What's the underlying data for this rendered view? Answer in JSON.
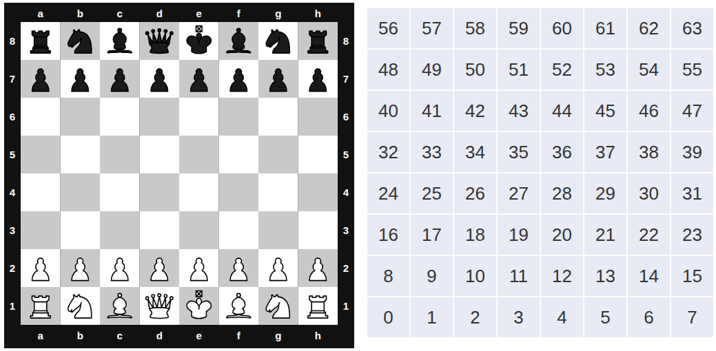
{
  "diagram": {
    "labels": [
      "a",
      "b",
      "c",
      "d",
      "e",
      "f",
      "g",
      "h",
      "8",
      "8",
      "7",
      "7",
      "6",
      "6",
      "5",
      "5",
      "4",
      "4",
      "3",
      "3",
      "2",
      "2",
      "1",
      "1",
      "a",
      "b",
      "c",
      "d",
      "e",
      "f",
      "g",
      "h",
      "56",
      "57",
      "58",
      "59",
      "60",
      "61",
      "62",
      "63",
      "48",
      "49",
      "50",
      "51",
      "52",
      "53",
      "54",
      "55",
      "40",
      "41",
      "42",
      "43",
      "44",
      "45",
      "46",
      "47",
      "32",
      "33",
      "34",
      "35",
      "36",
      "37",
      "38",
      "39",
      "24",
      "25",
      "26",
      "27",
      "28",
      "29",
      "30",
      "31",
      "16",
      "17",
      "18",
      "19",
      "20",
      "21",
      "22",
      "23",
      "8",
      "9",
      "10",
      "11",
      "12",
      "13",
      "14",
      "15",
      "0",
      "1",
      "2",
      "3",
      "4",
      "5",
      "6",
      "7"
    ]
  }
}
